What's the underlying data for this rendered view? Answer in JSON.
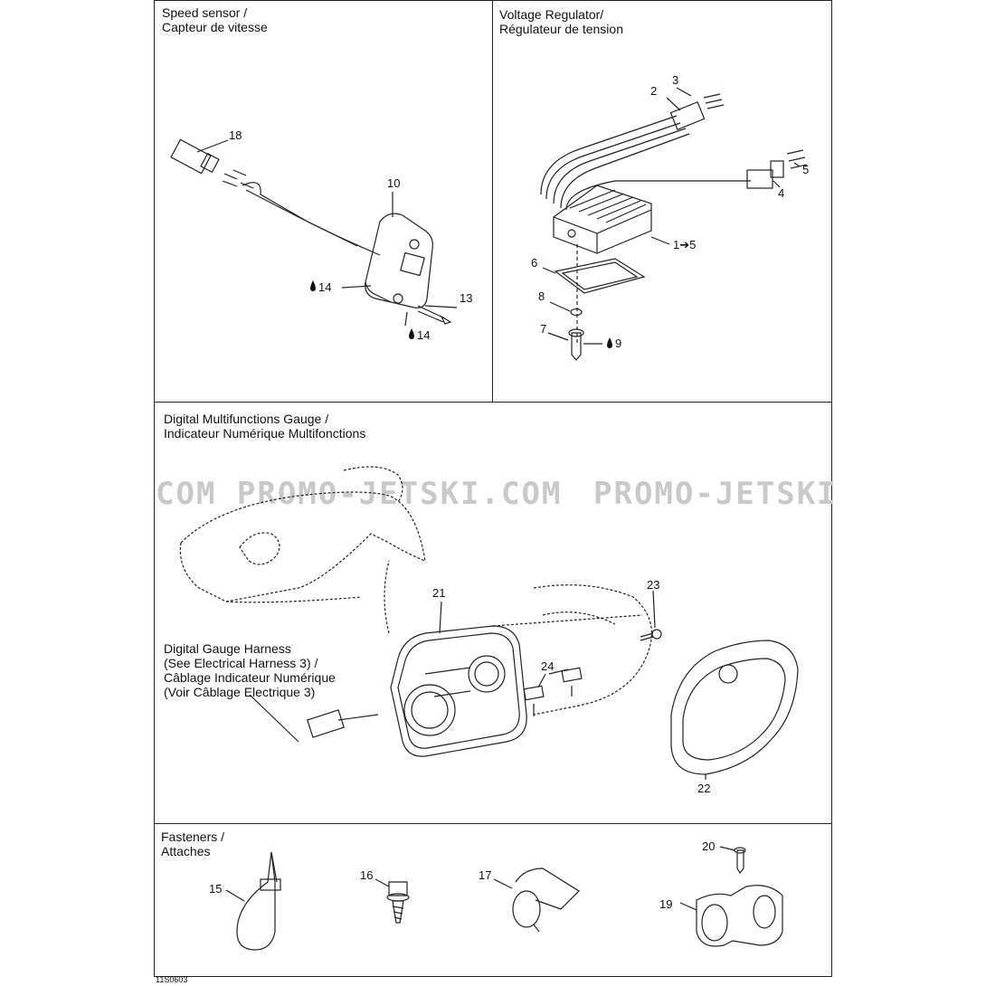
{
  "panels": {
    "speed_sensor": {
      "title": "Speed sensor /\nCapteur de vitesse",
      "callouts": {
        "c18": "18",
        "c10": "10",
        "c14a": "14",
        "c13": "13",
        "c14b": "14"
      }
    },
    "voltage_regulator": {
      "title": "Voltage Regulator/\nRégulateur de tension",
      "callouts": {
        "c3": "3",
        "c2": "2",
        "c5": "5",
        "c4": "4",
        "c1to5": "1➔5",
        "c6": "6",
        "c8": "8",
        "c7": "7",
        "c9": "9"
      }
    },
    "gauge": {
      "title": "Digital Multifunctions Gauge /\nIndicateur Numérique Multifonctions",
      "harness_note": "Digital Gauge Harness\n(See Electrical Harness 3) /\nCâblage Indicateur Numérique\n(Voir Câblage Electrique 3)",
      "callouts": {
        "c21": "21",
        "c23": "23",
        "c24": "24",
        "c22": "22"
      }
    },
    "fasteners": {
      "title": "Fasteners /\nAttaches",
      "callouts": {
        "c15": "15",
        "c16": "16",
        "c17": "17",
        "c20": "20",
        "c19": "19"
      }
    }
  },
  "watermark": {
    "text_left": "COM  PROMO-JETSKI.COM",
    "text_right": "PROMO-JETSKI"
  },
  "reference_code": "11S0603",
  "icons": [
    "drop-icon"
  ]
}
